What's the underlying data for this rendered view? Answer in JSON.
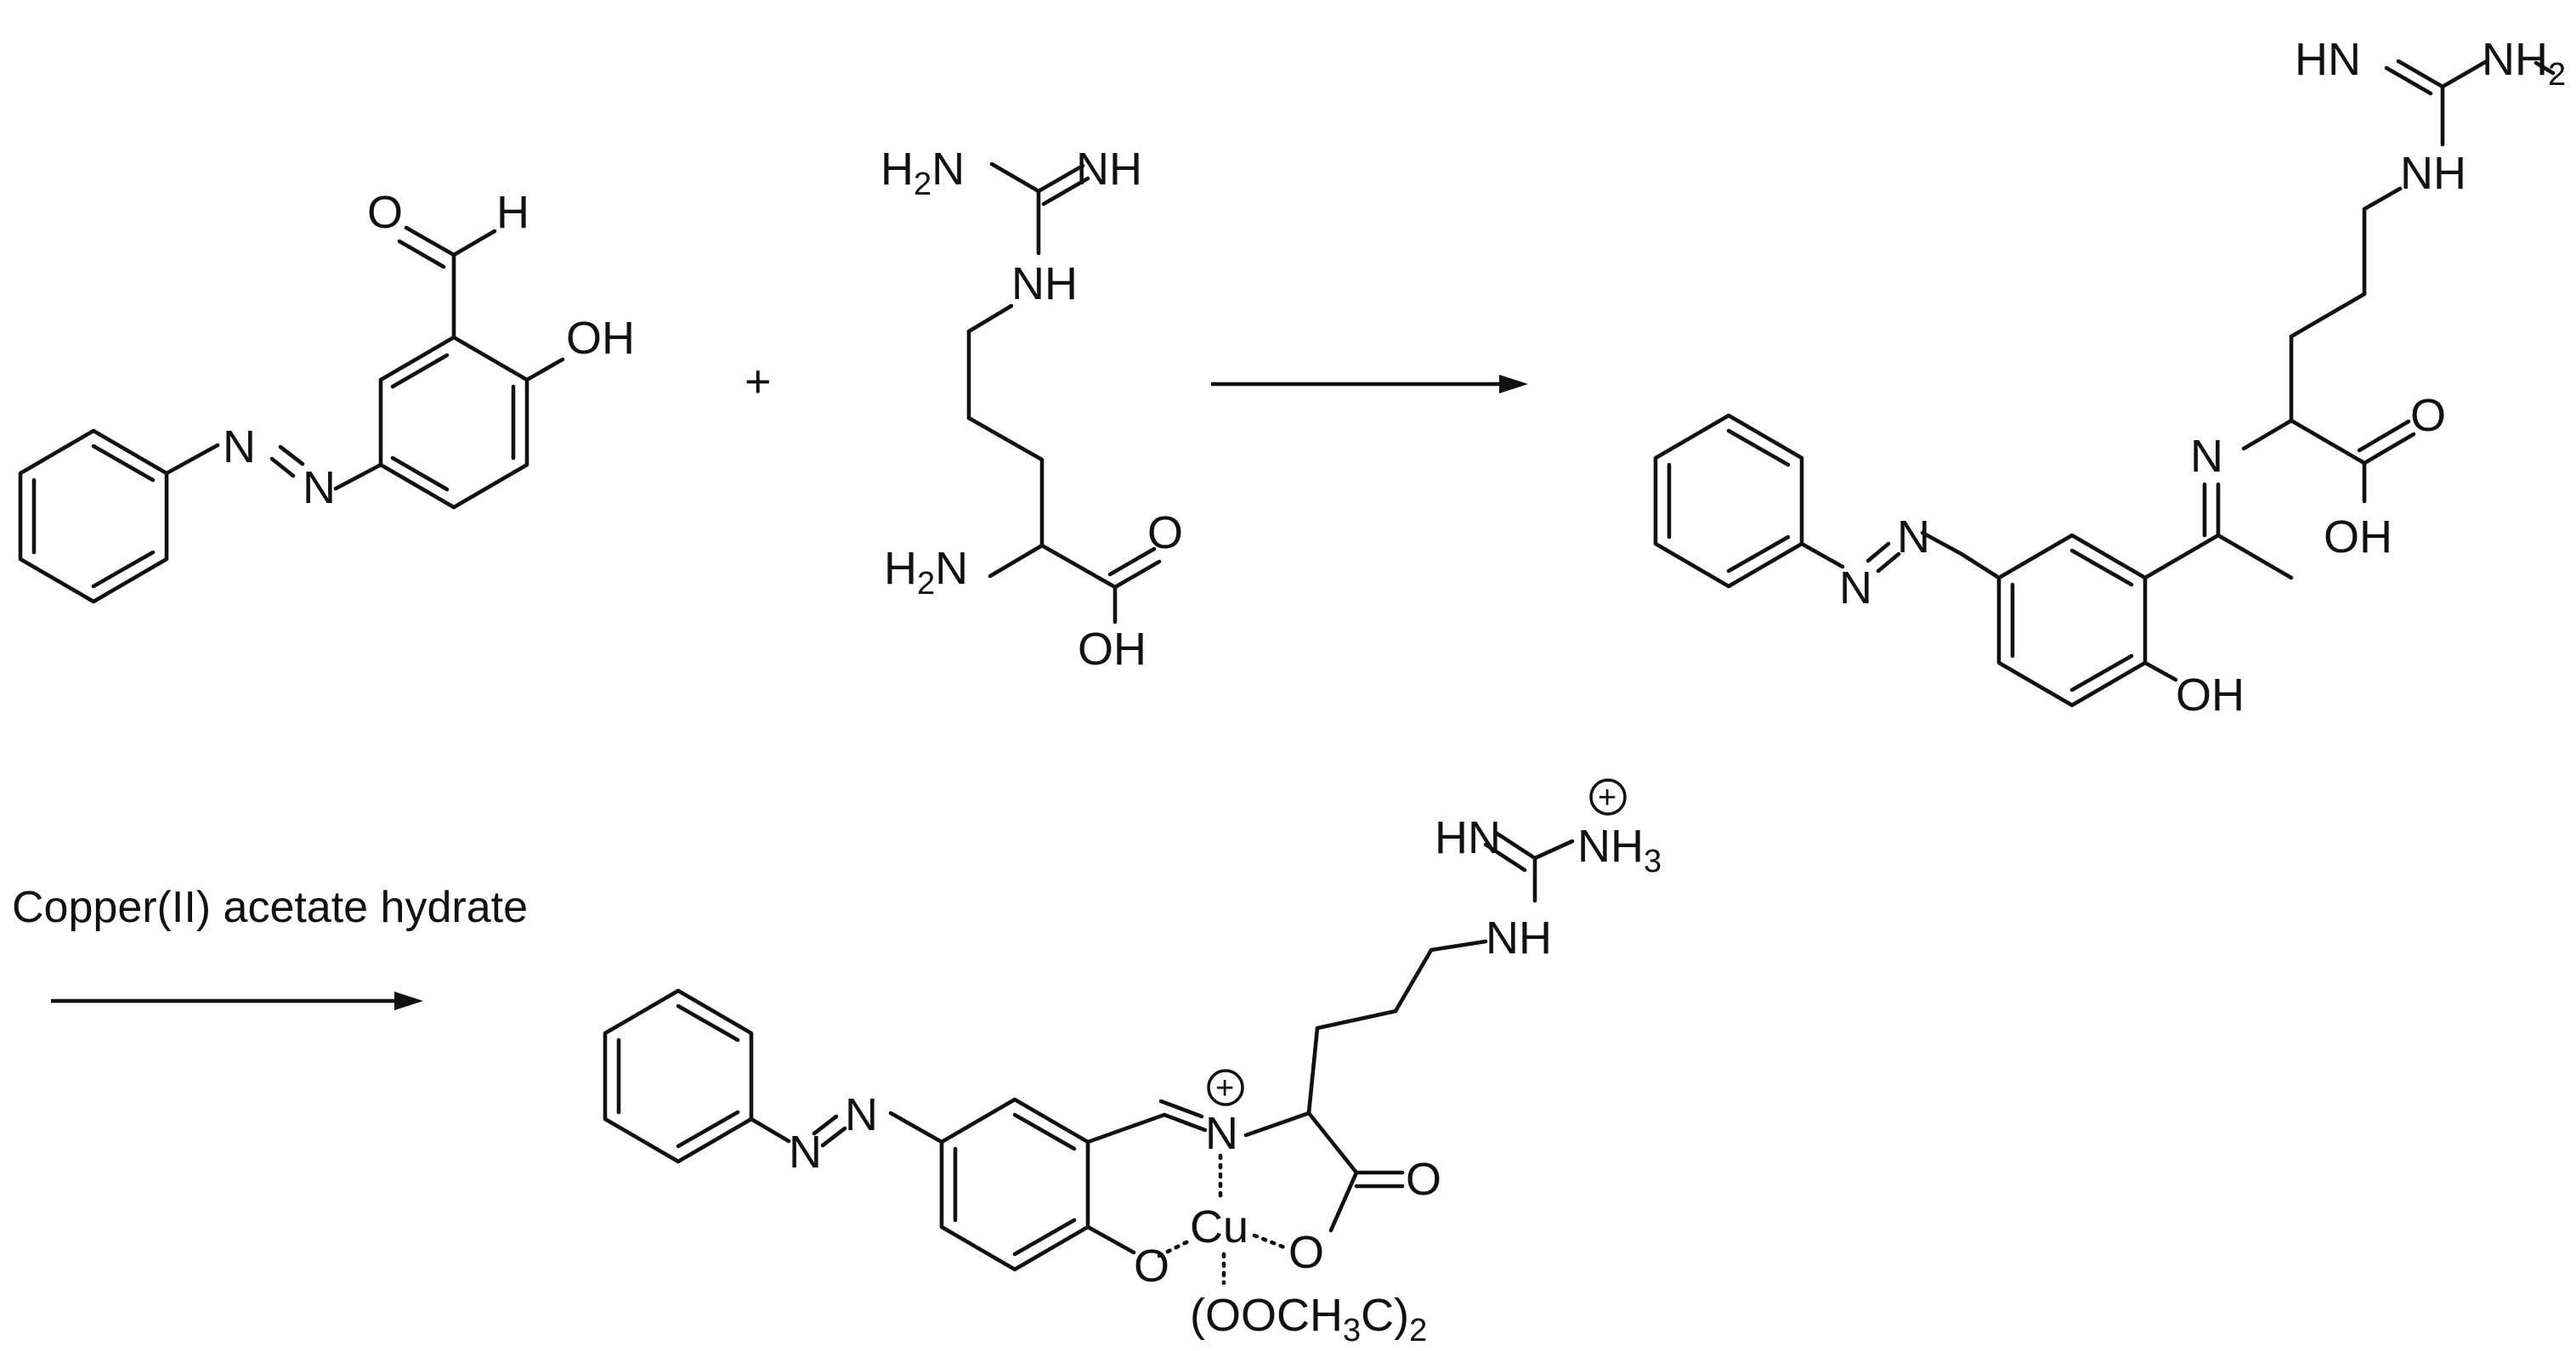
{
  "scheme": {
    "plus": "+",
    "condition": "Copper(II) acetate hydrate"
  },
  "aldehyde": {
    "o": "O",
    "h": "H",
    "oh": "OH",
    "n1": "N",
    "n2": "N"
  },
  "arginine": {
    "h2n_top": "H",
    "h2n_top_sub": "2",
    "h2n_top_n": "N",
    "nh_top": "NH",
    "nh_mid": "NH",
    "h2n_bot": "H",
    "h2n_bot_sub": "2",
    "h2n_bot_n": "N",
    "o": "O",
    "oh": "OH"
  },
  "imine": {
    "hn": "HN",
    "nh2": "NH",
    "nh2_sub": "2",
    "nh": "NH",
    "o": "O",
    "oh": "OH",
    "n_imine": "N",
    "n1": "N",
    "n2": "N",
    "phenol_oh": "OH"
  },
  "complex": {
    "hn": "HN",
    "nh3": "NH",
    "nh3_sub": "3",
    "plus_top": "+",
    "nh": "NH",
    "n_plus": "N",
    "plus_n": "+",
    "cu": "Cu",
    "o_left": "O",
    "o_right": "O",
    "o_carbonyl": "O",
    "acetate": "(OOCH",
    "acetate_sub1": "3",
    "acetate_c": "C)",
    "acetate_sub2": "2",
    "n1": "N",
    "n2": "N"
  }
}
